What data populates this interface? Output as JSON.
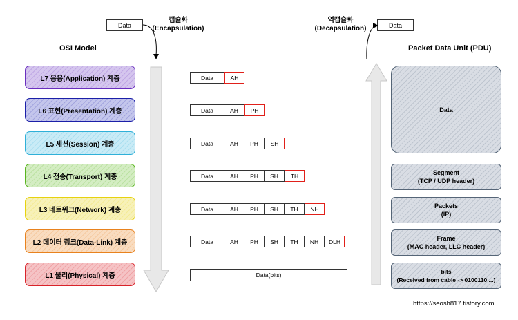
{
  "encap": {
    "data_label": "Data",
    "label_ko": "캡슐화",
    "label_en": "(Encapsulation)"
  },
  "decap": {
    "data_label": "Data",
    "label_ko": "역캡슐화",
    "label_en": "(Decapsulation)"
  },
  "osi_title": "OSI Model",
  "pdu_title": "Packet Data Unit (PDU)",
  "layers": [
    {
      "label": "L7 응용(Application) 계층",
      "color": "#6a2fbf",
      "fill": "#d5c6ee"
    },
    {
      "label": "L6 표현(Presentation) 계층",
      "color": "#1b1fa8",
      "fill": "#c4c6ec"
    },
    {
      "label": "L5 세션(Session) 계층",
      "color": "#2fb0d8",
      "fill": "#c9ebf6"
    },
    {
      "label": "L4 전송(Transport) 계층",
      "color": "#58b41f",
      "fill": "#d4edc3"
    },
    {
      "label": "L3 네트워크(Network) 계층",
      "color": "#e6d20f",
      "fill": "#f7f1b8"
    },
    {
      "label": "L2 데이터 링크(Data-Link) 계층",
      "color": "#e8821e",
      "fill": "#f9dcc0"
    },
    {
      "label": "L1 물리(Physical) 계층",
      "color": "#d8232a",
      "fill": "#f5c3c5"
    }
  ],
  "segments": [
    [
      "Data",
      "AH"
    ],
    [
      "Data",
      "AH",
      "PH"
    ],
    [
      "Data",
      "AH",
      "PH",
      "SH"
    ],
    [
      "Data",
      "AH",
      "PH",
      "SH",
      "TH"
    ],
    [
      "Data",
      "AH",
      "PH",
      "SH",
      "TH",
      "NH"
    ],
    [
      "Data",
      "AH",
      "PH",
      "SH",
      "TH",
      "NH",
      "DLH"
    ]
  ],
  "bits_label": "Data(bits)",
  "pdu": [
    {
      "name": "Data",
      "detail": ""
    },
    {
      "name": "Segment",
      "detail": "(TCP / UDP header)"
    },
    {
      "name": "Packets",
      "detail": "(IP)"
    },
    {
      "name": "Frame",
      "detail": "(MAC header, LLC header)"
    },
    {
      "name": "bits",
      "detail": "(Received from cable -> 0100110 ...)"
    }
  ],
  "highlight_color": "#e0201a",
  "footer": "https://seosh817.tistory.com"
}
